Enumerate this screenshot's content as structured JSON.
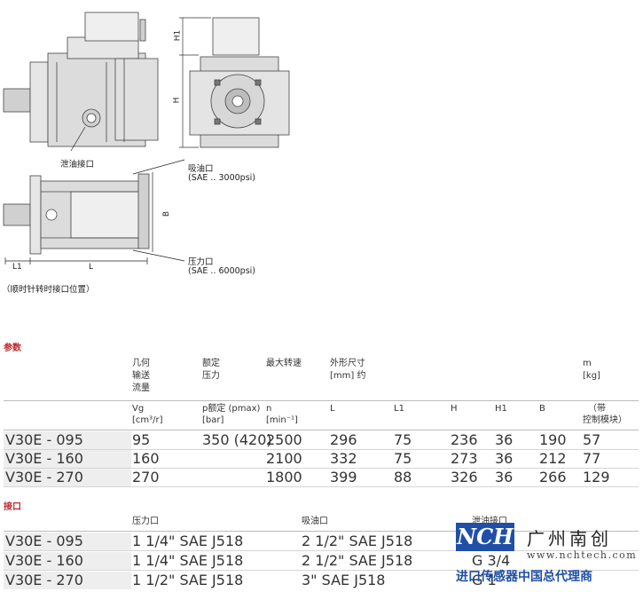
{
  "drawing": {
    "labels": {
      "drain_port": "泄油接口",
      "suction_port": "吸油口",
      "suction_sae": "(SAE .. 3000psi)",
      "pressure_port": "压力口",
      "pressure_sae": "(SAE .. 6000psi)",
      "clockwise_note": "（顺时针转时接口位置）"
    },
    "dims": {
      "h1": "H1",
      "h": "H",
      "b": "B",
      "l1": "L1",
      "l": "L"
    }
  },
  "params": {
    "title": "参数",
    "headers": {
      "flow": [
        "几何",
        "输送",
        "流量"
      ],
      "pressure": [
        "额定",
        "压力"
      ],
      "speed": "最大转速",
      "dims": [
        "外形尺寸",
        "[mm] 约"
      ],
      "mass": [
        "m",
        "[kg]"
      ]
    },
    "units": {
      "vg": "Vg",
      "vg_unit": "[cm³/r]",
      "p": "p额定 (pmax)",
      "p_unit": "[bar]",
      "n": "n",
      "n_unit": "[min⁻¹]",
      "L": "L",
      "L1": "L1",
      "H": "H",
      "H1": "H1",
      "B": "B",
      "mass_note": [
        "（带",
        "控制模块）"
      ]
    },
    "rows": [
      {
        "model": "V30E - 095",
        "vg": "95",
        "p": "350 (420)",
        "n": "2500",
        "L": "296",
        "L1": "75",
        "H": "236",
        "H1": "36",
        "B": "190",
        "m": "57"
      },
      {
        "model": "V30E - 160",
        "vg": "160",
        "p": "",
        "n": "2100",
        "L": "332",
        "L1": "75",
        "H": "273",
        "H1": "36",
        "B": "212",
        "m": "77"
      },
      {
        "model": "V30E - 270",
        "vg": "270",
        "p": "",
        "n": "1800",
        "L": "399",
        "L1": "88",
        "H": "326",
        "H1": "36",
        "B": "266",
        "m": "129"
      }
    ]
  },
  "ports": {
    "title": "接口",
    "headers": {
      "pressure": "压力口",
      "suction": "吸油口",
      "drain": "泄油接口"
    },
    "rows": [
      {
        "model": "V30E - 095",
        "pressure": "1 1/4\" SAE J518",
        "suction": "2 1/2\" SAE J518",
        "drain": ""
      },
      {
        "model": "V30E - 160",
        "pressure": "1 1/4\" SAE J518",
        "suction": "2 1/2\" SAE J518",
        "drain": "G 3/4"
      },
      {
        "model": "V30E - 270",
        "pressure": "1 1/2\" SAE J518",
        "suction": "3\" SAE J518",
        "drain": "G 1"
      }
    ]
  },
  "watermark": {
    "logo": "NCH",
    "company": "广州南创",
    "url": "www.nchtech.com",
    "tagline": "进口传感器中国总代理商",
    "brand_color": "#1f4fa6"
  }
}
